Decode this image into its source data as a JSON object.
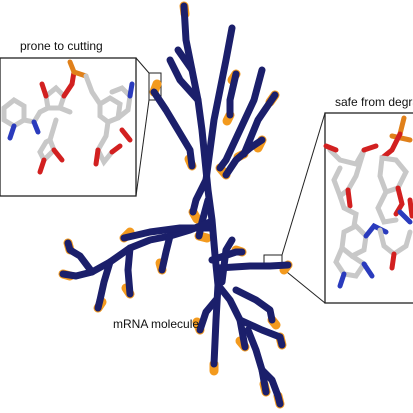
{
  "labels": {
    "cut": "prone to cutting",
    "safe": "safe from degradation",
    "molecule": "mRNA molecule"
  },
  "colors": {
    "backbone": "#1b1f6b",
    "tip": "#f39a1e",
    "callout_line": "#222222",
    "carbon": "#c8c8c8",
    "oxygen": "#d22020",
    "phosphate": "#e0801a",
    "nitrogen": "#2a3bbd"
  }
}
